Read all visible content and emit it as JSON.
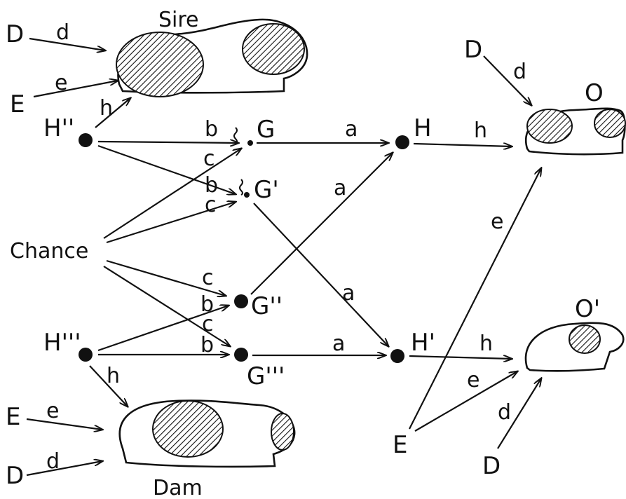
{
  "labels": {
    "sire": "Sire",
    "dam": "Dam",
    "chance": "Chance",
    "H_sire": "H''",
    "H_dam": "H'''",
    "G": "G",
    "G1": "G'",
    "G2": "G''",
    "G3": "G'''",
    "H": "H",
    "H1": "H'",
    "O": "O",
    "O1": "O'",
    "D": "D",
    "E": "E",
    "a": "a",
    "b": "b",
    "c": "c",
    "d": "d",
    "e": "e",
    "h": "h"
  }
}
